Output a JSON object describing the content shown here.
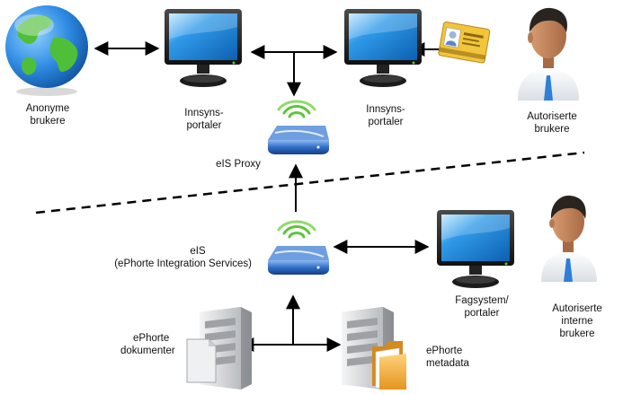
{
  "nodes": {
    "anonymous_users": {
      "line1": "Anonyme",
      "line2": "brukere"
    },
    "portal_left": {
      "line1": "Innsyns-",
      "line2": "portaler"
    },
    "portal_right": {
      "line1": "Innsyns-",
      "line2": "portaler"
    },
    "authorized_users": {
      "line1": "Autoriserte",
      "line2": "brukere"
    },
    "eis_proxy": {
      "label": "eIS Proxy"
    },
    "eis": {
      "line1": "eIS",
      "line2": "(ePhorte Integration Services)"
    },
    "subject_system": {
      "line1": "Fagsystem/",
      "line2": "portaler"
    },
    "internal_users": {
      "line1": "Autoriserte",
      "line2": "interne",
      "line3": "brukere"
    },
    "ephorte_documents": {
      "line1": "ePhorte",
      "line2": "dokumenter"
    },
    "ephorte_metadata": {
      "line1": "ePhorte",
      "line2": "metadata"
    }
  },
  "colors": {
    "screen_blue": "#1a84d8",
    "monitor_body": "#1c1c1c",
    "router_blue": "#2f6fc9",
    "signal_green": "#5fc53a",
    "globe_ocean": "#2f8be3",
    "globe_land": "#4fbf3a",
    "shirt_white": "#f3f6f8",
    "tie_blue": "#2f7ed8",
    "skin": "#c98a5e",
    "hair": "#2a2420",
    "card_yellow": "#f2c53a",
    "server_gray": "#d6d8da",
    "folder_orange": "#f0a830"
  },
  "icons": [
    "globe-icon",
    "monitor-icon",
    "router-icon",
    "person-icon",
    "id-card-icon",
    "server-icon",
    "document-icon",
    "folder-icon"
  ]
}
